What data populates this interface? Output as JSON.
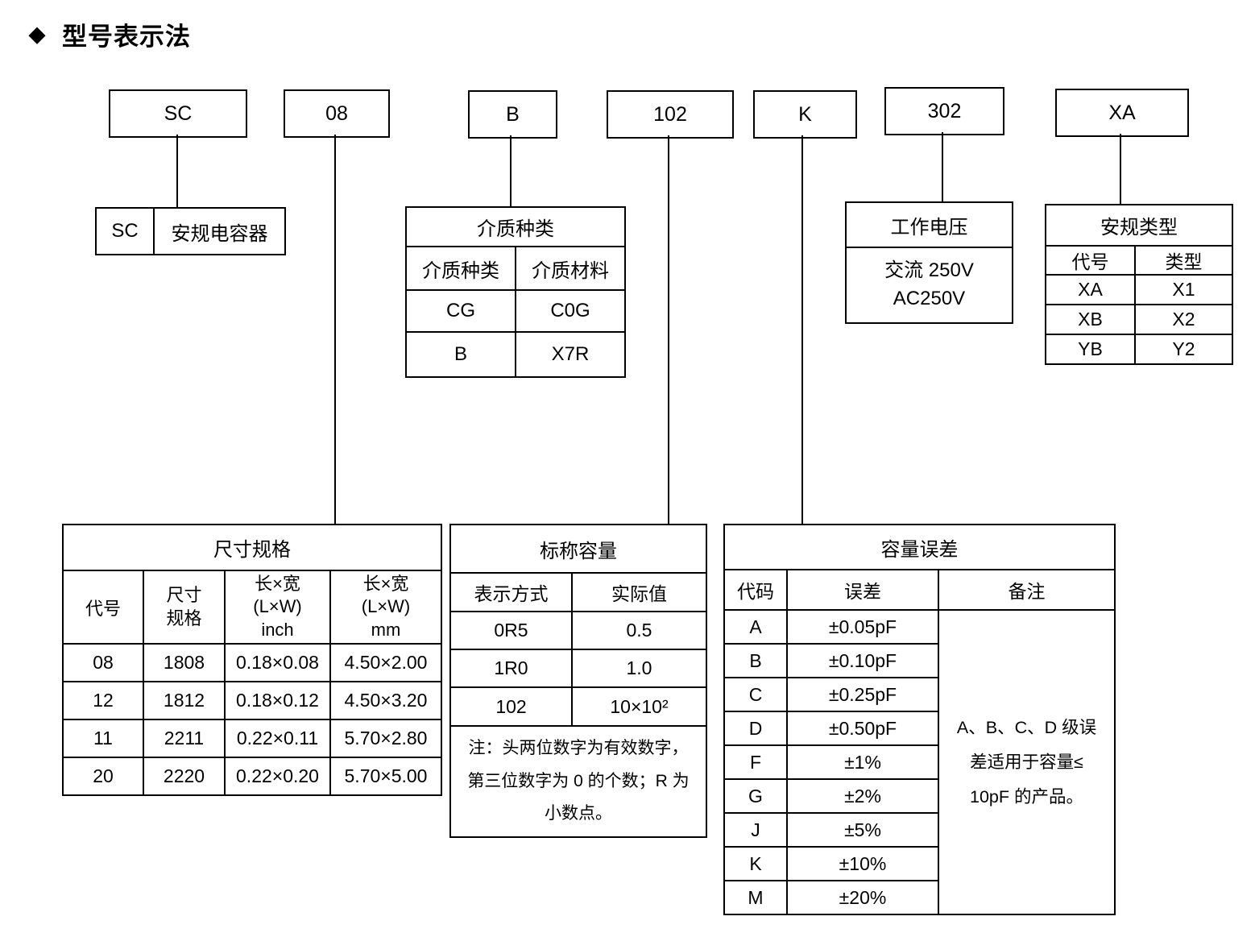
{
  "header": {
    "icon": "◆",
    "title": "型号表示法"
  },
  "model_code_boxes": [
    {
      "label": "SC"
    },
    {
      "label": "08"
    },
    {
      "label": "B"
    },
    {
      "label": "102"
    },
    {
      "label": "K"
    },
    {
      "label": "302"
    },
    {
      "label": "XA"
    }
  ],
  "sc_legend": {
    "code": "SC",
    "description": "安规电容器"
  },
  "dielectric": {
    "title": "介质种类",
    "col1": "介质种类",
    "col2": "介质材料",
    "rows": [
      {
        "type": "CG",
        "material": "C0G"
      },
      {
        "type": "B",
        "material": "X7R"
      }
    ]
  },
  "voltage": {
    "title": "工作电压",
    "value": "交流 250V\nAC250V"
  },
  "safety_type": {
    "title": "安规类型",
    "col1": "代号",
    "col2": "类型",
    "rows": [
      {
        "code": "XA",
        "type": "X1"
      },
      {
        "code": "XB",
        "type": "X2"
      },
      {
        "code": "YB",
        "type": "Y2"
      }
    ]
  },
  "dimensions": {
    "title": "尺寸规格",
    "col1": "代号",
    "col2": "尺寸\n规格",
    "col3": "长×宽\n(L×W)\ninch",
    "col4": "长×宽\n(L×W)\nmm",
    "rows": [
      {
        "code": "08",
        "size": "1808",
        "inch": "0.18×0.08",
        "mm": "4.50×2.00"
      },
      {
        "code": "12",
        "size": "1812",
        "inch": "0.18×0.12",
        "mm": "4.50×3.20"
      },
      {
        "code": "11",
        "size": "2211",
        "inch": "0.22×0.11",
        "mm": "5.70×2.80"
      },
      {
        "code": "20",
        "size": "2220",
        "inch": "0.22×0.20",
        "mm": "5.70×5.00"
      }
    ]
  },
  "capacitance": {
    "title": "标称容量",
    "col1": "表示方式",
    "col2": "实际值",
    "rows": [
      {
        "code": "0R5",
        "value": "0.5"
      },
      {
        "code": "1R0",
        "value": "1.0"
      },
      {
        "code": "102",
        "value": "10×10²"
      }
    ],
    "note": "注：头两位数字为有效数字，第三位数字为 0 的个数；R 为小数点。"
  },
  "tolerance": {
    "title": "容量误差",
    "col1": "代码",
    "col2": "误差",
    "col3": "备注",
    "rows": [
      {
        "code": "A",
        "value": "±0.05pF"
      },
      {
        "code": "B",
        "value": "±0.10pF"
      },
      {
        "code": "C",
        "value": "±0.25pF"
      },
      {
        "code": "D",
        "value": "±0.50pF"
      },
      {
        "code": "F",
        "value": "±1%"
      },
      {
        "code": "G",
        "value": "±2%"
      },
      {
        "code": "J",
        "value": "±5%"
      },
      {
        "code": "K",
        "value": "±10%"
      },
      {
        "code": "M",
        "value": "±20%"
      }
    ],
    "remark": "A、B、C、D 级误差适用于容量≤ 10pF 的产品。"
  }
}
